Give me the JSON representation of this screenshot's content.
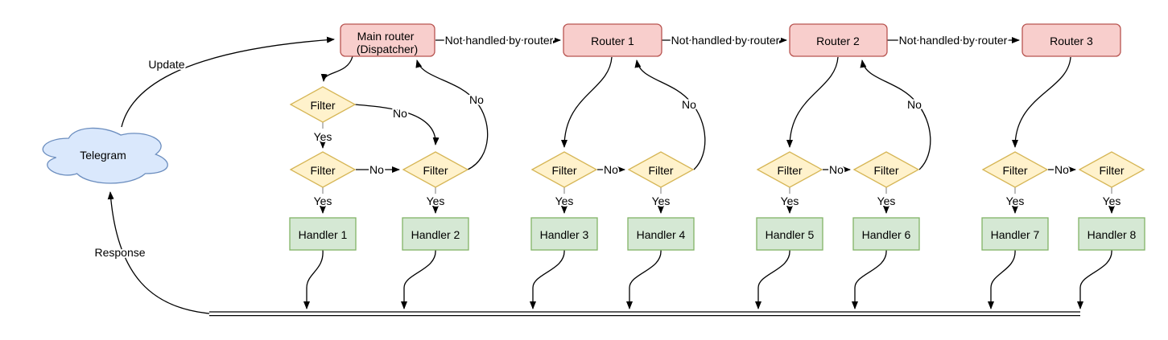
{
  "labels": {
    "update": "Update",
    "response": "Response",
    "not_handled": "Not handled by router",
    "yes": "Yes",
    "no": "No"
  },
  "nodes": {
    "telegram": "Telegram",
    "dispatcher_line1": "Main router",
    "dispatcher_line2": "(Dispatcher)",
    "router1": "Router 1",
    "router2": "Router 2",
    "router3": "Router 3",
    "filter": "Filter",
    "handlers": [
      "Handler 1",
      "Handler 2",
      "Handler 3",
      "Handler 4",
      "Handler 5",
      "Handler 6",
      "Handler 7",
      "Handler 8"
    ]
  },
  "colors": {
    "background": "#ffffff",
    "text": "#000000",
    "edge": "#000000",
    "stub": "#999999",
    "cloud_fill": "#dae8fc",
    "cloud_stroke": "#6c8ebf",
    "router_fill": "#f8cecc",
    "router_stroke": "#b85450",
    "filter_fill": "#fff2cc",
    "filter_stroke": "#d6b656",
    "handler_fill": "#d5e8d4",
    "handler_stroke": "#82b366"
  }
}
